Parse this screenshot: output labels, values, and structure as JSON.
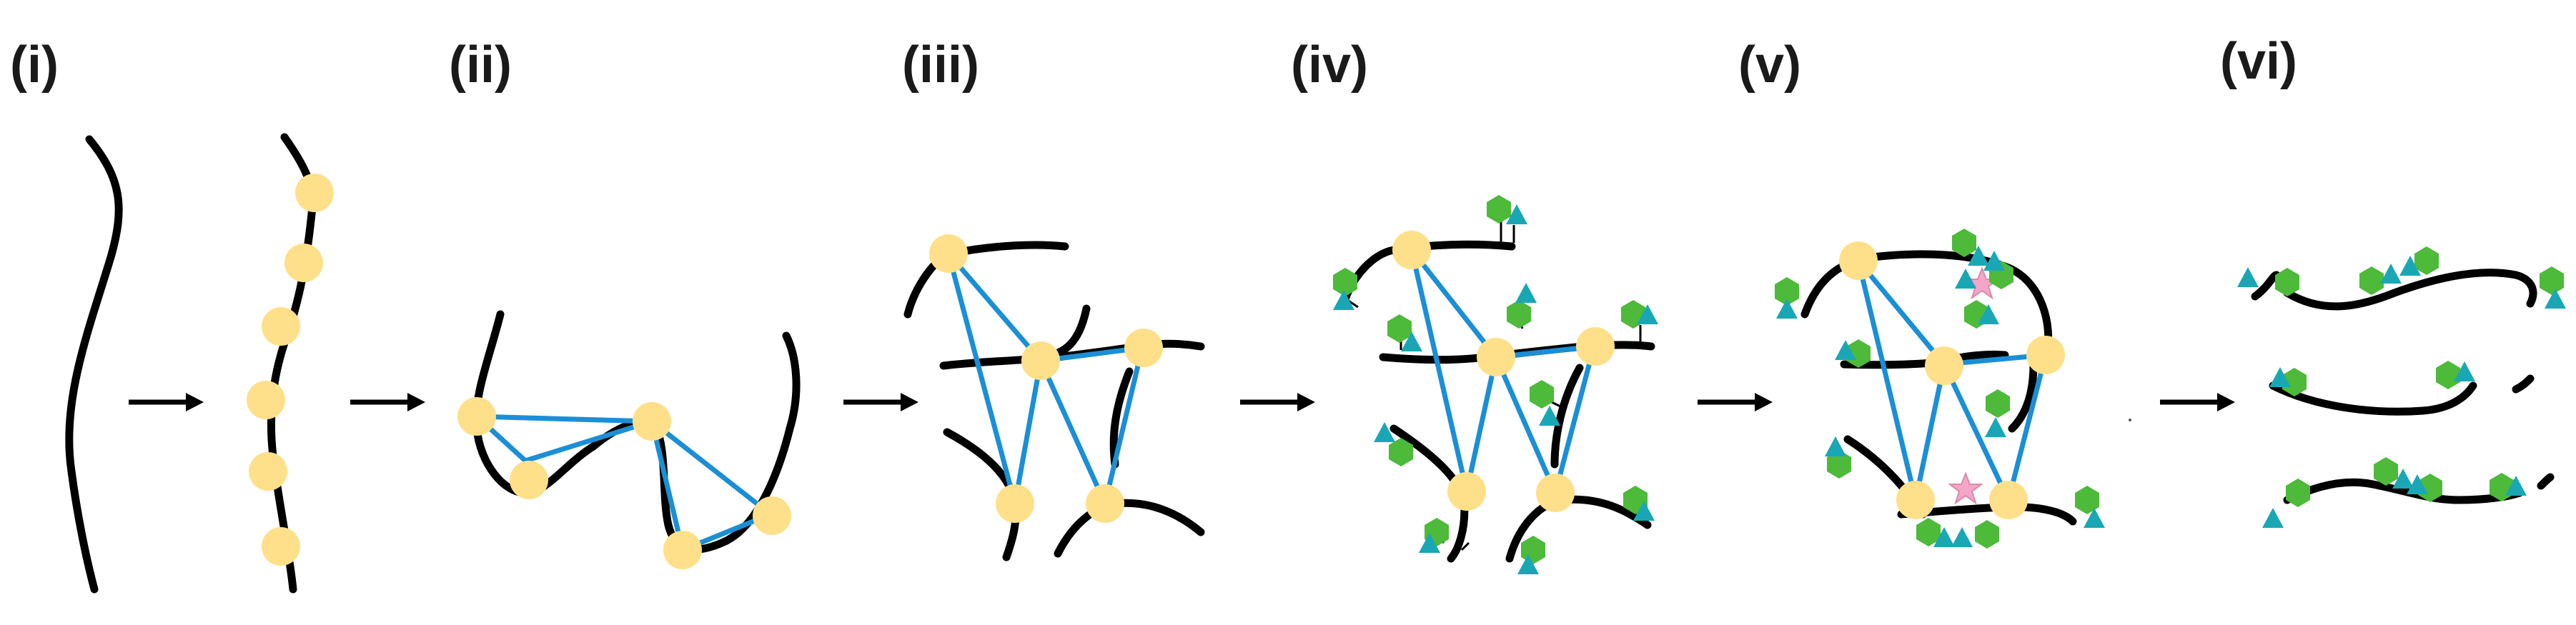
{
  "panels": [
    {
      "id": "i",
      "label": "(i)"
    },
    {
      "id": "ii",
      "label": "(ii)"
    },
    {
      "id": "iii",
      "label": "(iii)"
    },
    {
      "id": "iv",
      "label": "(iv)"
    },
    {
      "id": "v",
      "label": "(v)"
    },
    {
      "id": "vi",
      "label": "(vi)"
    }
  ],
  "colors": {
    "strand": "#000000",
    "protein": "#ffe08a",
    "crosslink": "#1b8fd6",
    "hexagon_tag": "#4dba3a",
    "triangle_tag": "#1aa7b5",
    "star_marker": "#f5a6c8"
  },
  "icons": [
    "dna-strand",
    "protein-node",
    "crosslink-line",
    "hexagon-tag-icon",
    "triangle-tag-icon",
    "star-marker-icon",
    "arrow-right-icon"
  ]
}
